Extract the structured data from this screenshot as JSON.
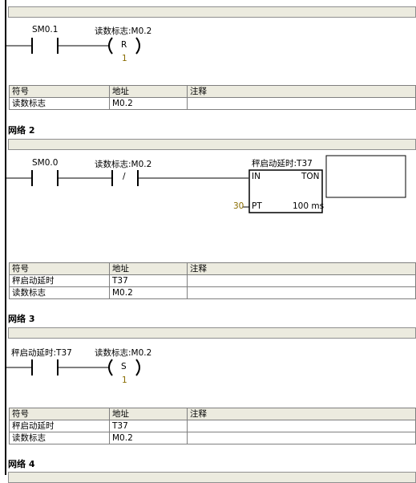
{
  "networks": [
    {
      "title": "",
      "contacts": [
        {
          "label": "SM0.1",
          "type": "NO"
        }
      ],
      "coil": {
        "label": "读数标志:M0.2",
        "op": "R",
        "count": "1"
      },
      "symbols": {
        "headers": [
          "符号",
          "地址",
          "注释"
        ],
        "rows": [
          [
            "读数标志",
            "M0.2",
            ""
          ]
        ]
      }
    },
    {
      "title": "网络 2",
      "contacts": [
        {
          "label": "SM0.0",
          "type": "NO"
        },
        {
          "label": "读数标志:M0.2",
          "type": "NC",
          "glyph": "/"
        }
      ],
      "timer": {
        "label": "秤启动延时:T37",
        "type": "TON",
        "in": "IN",
        "pt": "PT",
        "base": "100 ms",
        "preset": "30"
      },
      "symbols": {
        "headers": [
          "符号",
          "地址",
          "注释"
        ],
        "rows": [
          [
            "秤启动延时",
            "T37",
            ""
          ],
          [
            "读数标志",
            "M0.2",
            ""
          ]
        ]
      }
    },
    {
      "title": "网络 3",
      "contacts": [
        {
          "label": "秤启动延时:T37",
          "type": "NO"
        }
      ],
      "coil": {
        "label": "读数标志:M0.2",
        "op": "S",
        "count": "1"
      },
      "symbols": {
        "headers": [
          "符号",
          "地址",
          "注释"
        ],
        "rows": [
          [
            "秤启动延时",
            "T37",
            ""
          ],
          [
            "读数标志",
            "M0.2",
            ""
          ]
        ]
      }
    },
    {
      "title": "网络 4"
    }
  ]
}
